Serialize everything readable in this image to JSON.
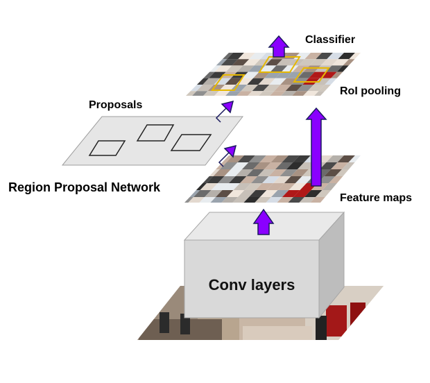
{
  "labels": {
    "classifier": "Classifier",
    "roi_pooling": "RoI pooling",
    "proposals": "Proposals",
    "rpn": "Region Proposal Network",
    "feature_maps": "Feature maps",
    "conv_layers": "Conv layers"
  },
  "colors": {
    "arrow_fill": "#8a00ff",
    "arrow_stroke": "#1a1a5e",
    "roi_box": "#e6b800",
    "conv_box_front": "#d9d9d9",
    "conv_box_side": "#bdbdbd",
    "conv_box_top": "#e9e9e9",
    "proposals_plane": "#e6e6e6"
  }
}
